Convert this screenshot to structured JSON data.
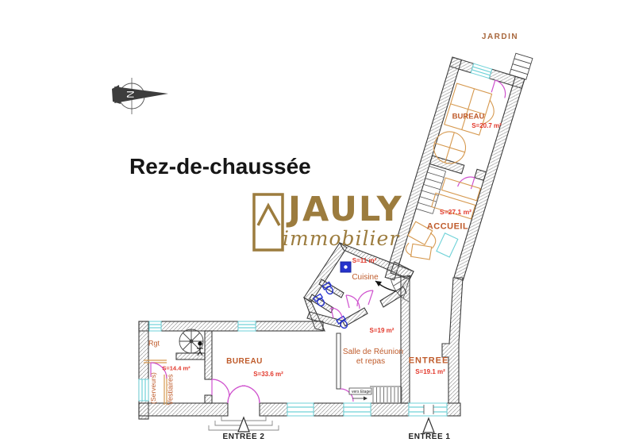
{
  "page": {
    "floor_title": "Rez-de-chaussée",
    "garden_label": "JARDIN"
  },
  "logo": {
    "name": "JAULY",
    "tagline": "immobilier",
    "icon": "house-outline",
    "color": "#9c7c3e"
  },
  "compass": {
    "letter": "N"
  },
  "rooms": {
    "bureau_top": {
      "name": "BUREAU",
      "area": "S=20.7 m²"
    },
    "accueil": {
      "name": "ACCUEIL",
      "area": "S=27.1 m²"
    },
    "cuisine": {
      "name": "Cuisine",
      "area": "S=11 m²"
    },
    "salle": {
      "name_line1": "Salle de Réunion",
      "name_line2": "et repas",
      "area": "S=19 m²"
    },
    "entree": {
      "name": "ENTREE",
      "area": "S=19.1 m²"
    },
    "storage": {
      "name": "Rgt",
      "area": "S=14.4 m²"
    },
    "serveurs": {
      "name": "(Serveurs)"
    },
    "vestiaires": {
      "name": "Vestiaires"
    },
    "bureau_bottom": {
      "name": "BUREAU",
      "area": "S=33.6 m²"
    }
  },
  "plan": {
    "entrance_1": "ENTREE 1",
    "entrance_2": "ENTREE 2",
    "stair_note": "vers Etage"
  },
  "colors": {
    "wall": "#3c3c3c",
    "hatch": "#9a9a9a",
    "window": "#6fd2d8",
    "door": "#cf52ce",
    "furniture": "#d6994f",
    "fixture": "#2633cc",
    "room_name": "#bf5b2b",
    "room_area": "#e2372a",
    "garden": "#a8673c",
    "logo_gold": "#9c7c3e"
  }
}
